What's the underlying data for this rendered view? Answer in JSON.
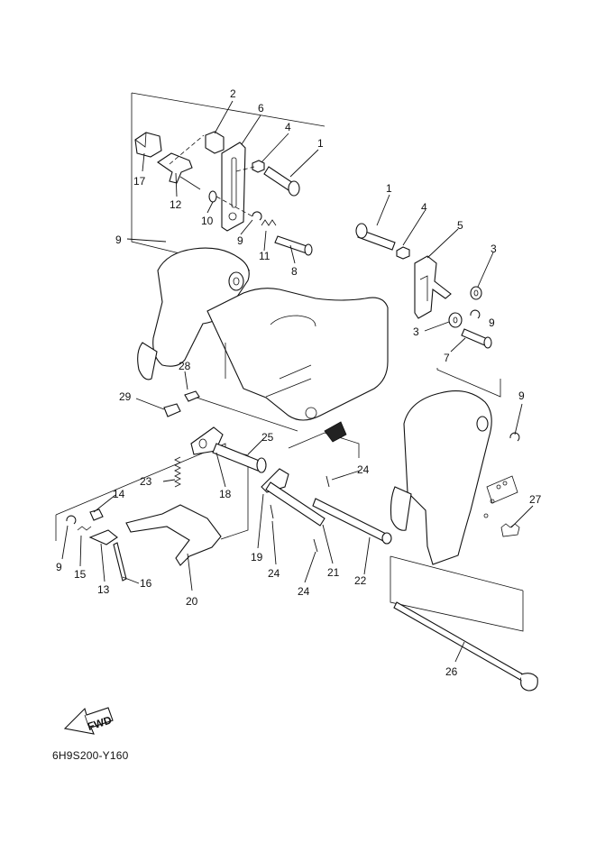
{
  "diagram": {
    "reference_code": "6H9S200-Y160",
    "fwd_label": "FWD",
    "callouts": [
      {
        "id": "c2",
        "label": "2"
      },
      {
        "id": "c6",
        "label": "6"
      },
      {
        "id": "c4a",
        "label": "4"
      },
      {
        "id": "c1a",
        "label": "1"
      },
      {
        "id": "c17",
        "label": "17"
      },
      {
        "id": "c12",
        "label": "12"
      },
      {
        "id": "c10",
        "label": "10"
      },
      {
        "id": "c9a",
        "label": "9"
      },
      {
        "id": "c11",
        "label": "11"
      },
      {
        "id": "c8",
        "label": "8"
      },
      {
        "id": "c9b",
        "label": "9"
      },
      {
        "id": "c1b",
        "label": "1"
      },
      {
        "id": "c4b",
        "label": "4"
      },
      {
        "id": "c5",
        "label": "5"
      },
      {
        "id": "c3a",
        "label": "3"
      },
      {
        "id": "c9c",
        "label": "9"
      },
      {
        "id": "c3b",
        "label": "3"
      },
      {
        "id": "c7",
        "label": "7"
      },
      {
        "id": "c28",
        "label": "28"
      },
      {
        "id": "c29",
        "label": "29"
      },
      {
        "id": "c9d",
        "label": "9"
      },
      {
        "id": "c25",
        "label": "25"
      },
      {
        "id": "c24a",
        "label": "24"
      },
      {
        "id": "c23",
        "label": "23"
      },
      {
        "id": "c18",
        "label": "18"
      },
      {
        "id": "c14",
        "label": "14"
      },
      {
        "id": "c27",
        "label": "27"
      },
      {
        "id": "c9e",
        "label": "9"
      },
      {
        "id": "c15",
        "label": "15"
      },
      {
        "id": "c13",
        "label": "13"
      },
      {
        "id": "c16",
        "label": "16"
      },
      {
        "id": "c19",
        "label": "19"
      },
      {
        "id": "c24b",
        "label": "24"
      },
      {
        "id": "c21",
        "label": "21"
      },
      {
        "id": "c22",
        "label": "22"
      },
      {
        "id": "c24c",
        "label": "24"
      },
      {
        "id": "c20",
        "label": "20"
      },
      {
        "id": "c26",
        "label": "26"
      }
    ]
  }
}
